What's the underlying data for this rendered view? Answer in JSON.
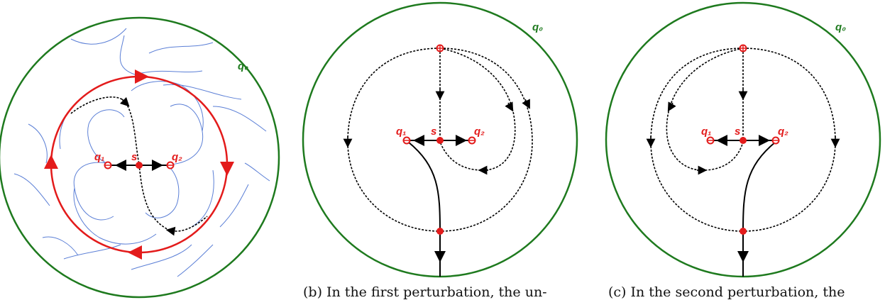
{
  "colors": {
    "boundary": "#1e7a1e",
    "critical": "#e31b1b",
    "flow": "#000000",
    "stream": "#5b7fd6",
    "cycle": "#e31b1b"
  },
  "panels": [
    {
      "id": "a",
      "boundary_label": "q₀",
      "labels": {
        "q1": "q₁",
        "s": "s",
        "q2": "q₂"
      },
      "caption": ""
    },
    {
      "id": "b",
      "boundary_label": "q₀",
      "labels": {
        "q1": "q₁",
        "s": "s",
        "q2": "q₂"
      },
      "caption": "(b) In the first perturbation, the un-"
    },
    {
      "id": "c",
      "boundary_label": "q₀",
      "labels": {
        "q1": "q₁",
        "s": "s",
        "q2": "q₂"
      },
      "caption": "(c) In the second perturbation, the"
    }
  ]
}
